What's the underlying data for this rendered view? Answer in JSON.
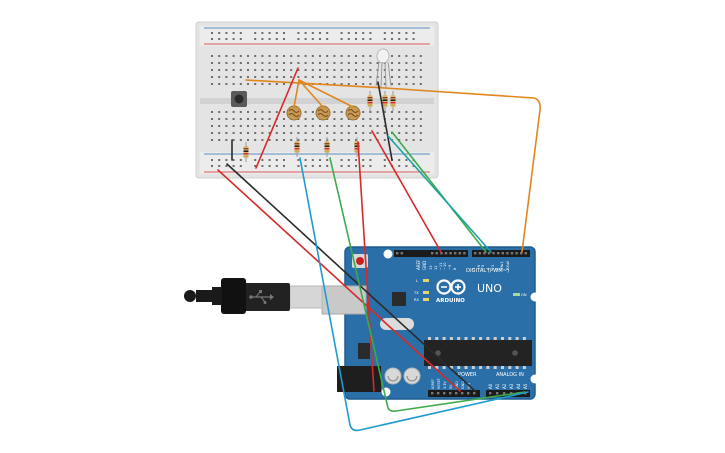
{
  "arduino": {
    "brand": "ARDUINO",
    "model": "UNO",
    "header_digital": "DIGITAL (PWM~)",
    "header_power": "POWER",
    "header_analog": "ANALOG IN",
    "on_label": "ON",
    "led_l": "L",
    "led_tx": "TX",
    "led_rx": "RX",
    "aref": "AREF",
    "gnd": "GND",
    "analog_pins": [
      "A0",
      "A1",
      "A2",
      "A3",
      "A4",
      "A5"
    ],
    "power_pins": [
      "IOREF",
      "RESET",
      "3.3V",
      "5V",
      "GND",
      "GND",
      "VIN"
    ],
    "digital_pins": [
      "13",
      "12",
      "~11",
      "~10",
      "~9",
      "8",
      "7",
      "~6",
      "~5",
      "4",
      "~3",
      "2",
      "TX▸1",
      "RX◂0"
    ]
  },
  "wires": {
    "red": "#d62a2a",
    "black": "#2b2b2b",
    "orange": "#e0861d",
    "green": "#3daa4a",
    "blue": "#1f9bd0",
    "teal": "#1aa3a3"
  },
  "colors": {
    "board": "#2a6fa8",
    "board_dark": "#1f5d8f",
    "breadboard": "#e8e8e8",
    "rail_red": "#d62a2a",
    "rail_blue": "#2b6fb5"
  }
}
